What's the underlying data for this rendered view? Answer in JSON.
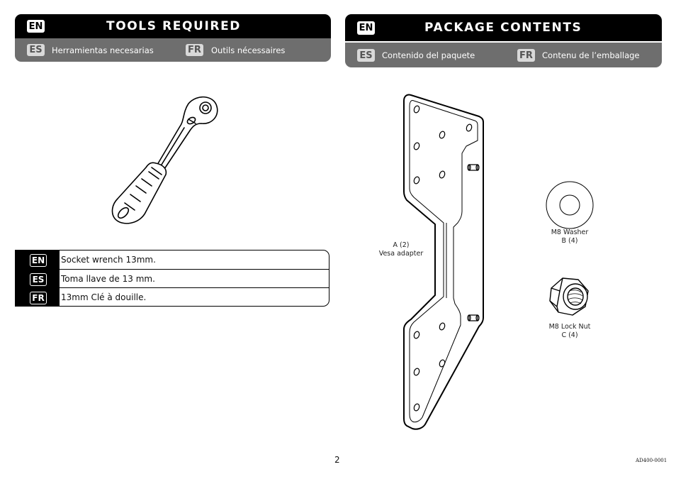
{
  "tools_section": {
    "lang": "EN",
    "title": "TOOLS REQUIRED",
    "translations": [
      {
        "lang": "ES",
        "text": "Herramientas necesarias"
      },
      {
        "lang": "FR",
        "text": "Outils nécessaires"
      }
    ]
  },
  "contents_section": {
    "lang": "EN",
    "title": "PACKAGE CONTENTS",
    "translations": [
      {
        "lang": "ES",
        "text": "Contenido del paquete"
      },
      {
        "lang": "FR",
        "text": "Contenu de l’emballage"
      }
    ]
  },
  "tool_table": [
    {
      "lang": "EN",
      "text": "Socket wrench 13mm."
    },
    {
      "lang": "ES",
      "text": "Toma llave de 13 mm."
    },
    {
      "lang": "FR",
      "text": "13mm Clé à douille."
    }
  ],
  "parts": {
    "a": {
      "line1": "A (2)",
      "line2": "Vesa adapter"
    },
    "b": {
      "line1": "M8 Washer",
      "line2": "B (4)"
    },
    "c": {
      "line1": "M8 Lock Nut",
      "line2": "C (4)"
    }
  },
  "page_number": "2",
  "doc_code": "AD400-0001"
}
